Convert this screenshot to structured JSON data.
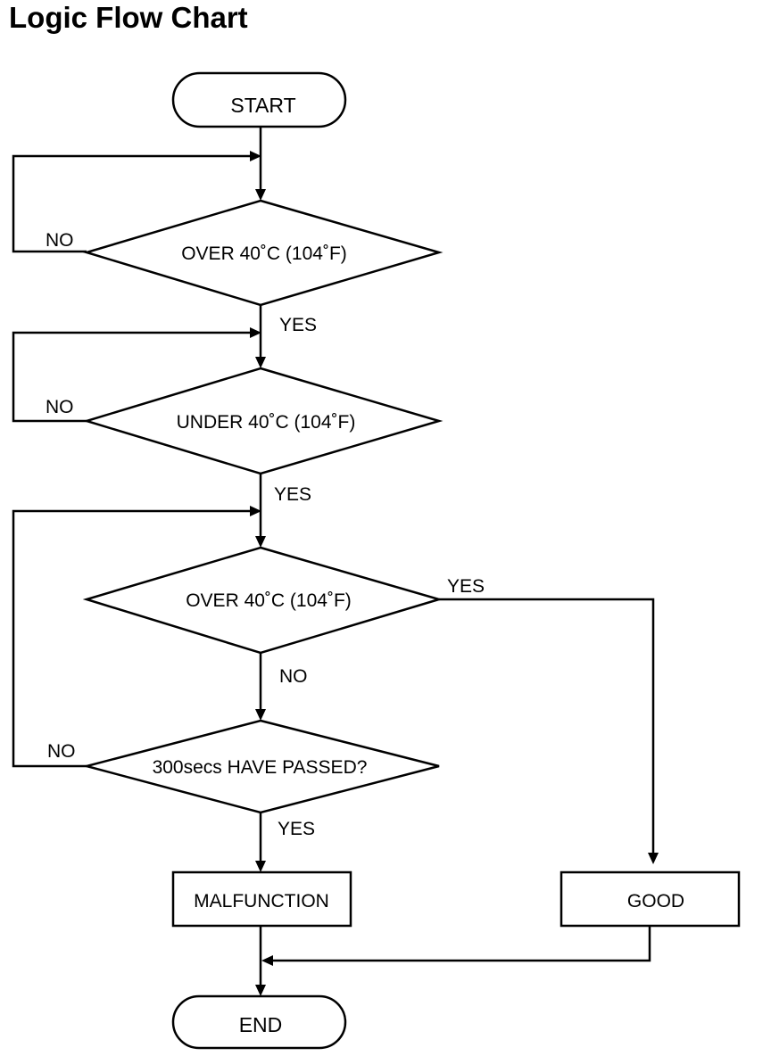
{
  "title": "Logic Flow Chart",
  "nodes": {
    "start": "START",
    "decision_1": "OVER 40˚C (104˚F)",
    "decision_2": "UNDER 40˚C (104˚F)",
    "decision_3": "OVER 40˚C (104˚F)",
    "decision_4": "300secs HAVE PASSED?",
    "malfunction": "MALFUNCTION",
    "good": "GOOD",
    "end": "END"
  },
  "edge_labels": {
    "d1_no": "NO",
    "d1_yes": "YES",
    "d2_no": "NO",
    "d2_yes": "YES",
    "d3_yes": "YES",
    "d3_no": "NO",
    "d4_no": "NO",
    "d4_yes": "YES"
  }
}
